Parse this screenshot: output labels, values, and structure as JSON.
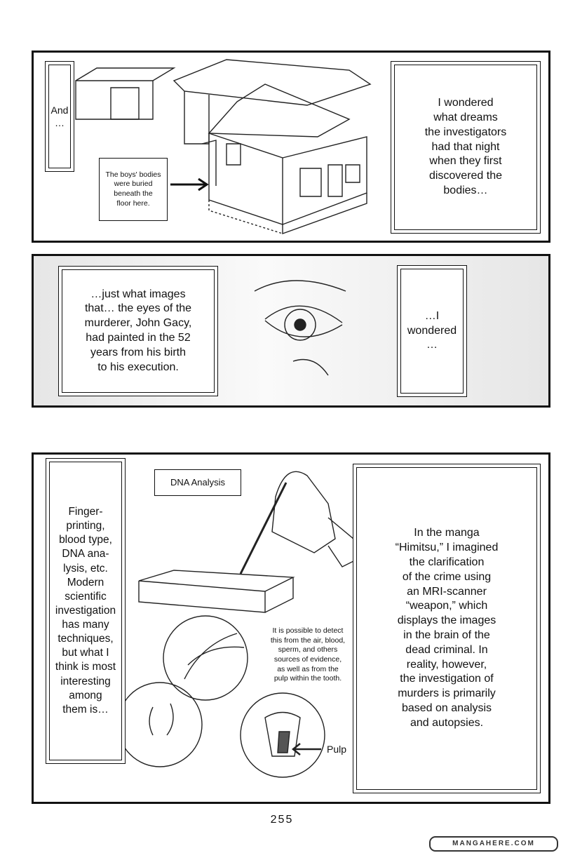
{
  "panel1": {
    "caption_left": "And\n…",
    "arrow_note": "The boys' bodies\nwere buried\nbeneath the\nfloor here.",
    "caption_right": "I wondered\nwhat dreams\nthe investigators\nhad that night\nwhen they first\ndiscovered the\nbodies…"
  },
  "panel2": {
    "caption_left": "…just what images\nthat… the eyes of the\nmurderer, John Gacy,\nhad painted in the 52\nyears from his birth\nto his execution.",
    "caption_right": "…I\nwondered\n…"
  },
  "panel3": {
    "caption_left": "Finger-\nprinting,\nblood type,\nDNA ana-\nlysis, etc.\nModern\nscientific\ninvestigation\nhas many\ntechniques,\nbut what I\nthink is most\ninteresting\namong\nthem is…",
    "label_dna": "DNA Analysis",
    "note": "It is possible to detect\nthis from the air, blood,\nsperm, and others\nsources of evidence,\nas well as from the\npulp within the tooth.",
    "label_pulp": "Pulp",
    "caption_right": "In the manga\n“Himitsu,” I imagined\nthe clarification\nof the crime using\nan MRI-scanner\n“weapon,” which\ndisplays the images\nin the brain of the\ndead criminal. In\nreality, however,\nthe investigation of\nmurders is primarily\nbased on analysis\nand autopsies."
  },
  "page_number": "255",
  "watermark": "MANGAHERE.COM"
}
